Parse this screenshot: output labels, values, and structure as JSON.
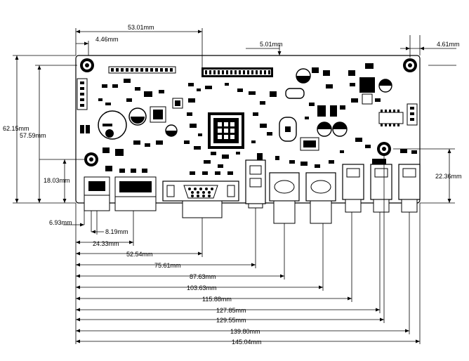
{
  "dimensions": {
    "top": {
      "d53": "53.01mm",
      "d446": "4.46mm",
      "d501": "5.01mm",
      "d461": "4.61mm"
    },
    "left": {
      "d6215": "62.15mm",
      "d5759": "57.59mm",
      "d1803": "18.03mm"
    },
    "right": {
      "d2236": "22.36mm"
    },
    "bottom": [
      "6.93mm",
      "8.19mm",
      "24.33mm",
      "52.54mm",
      "75.61mm",
      "87.63mm",
      "103.63mm",
      "115.88mm",
      "127.85mm",
      "129.55mm",
      "139.80mm",
      "145.04mm"
    ]
  },
  "colors": {
    "ink": "#000000",
    "board": "#ffffff"
  }
}
